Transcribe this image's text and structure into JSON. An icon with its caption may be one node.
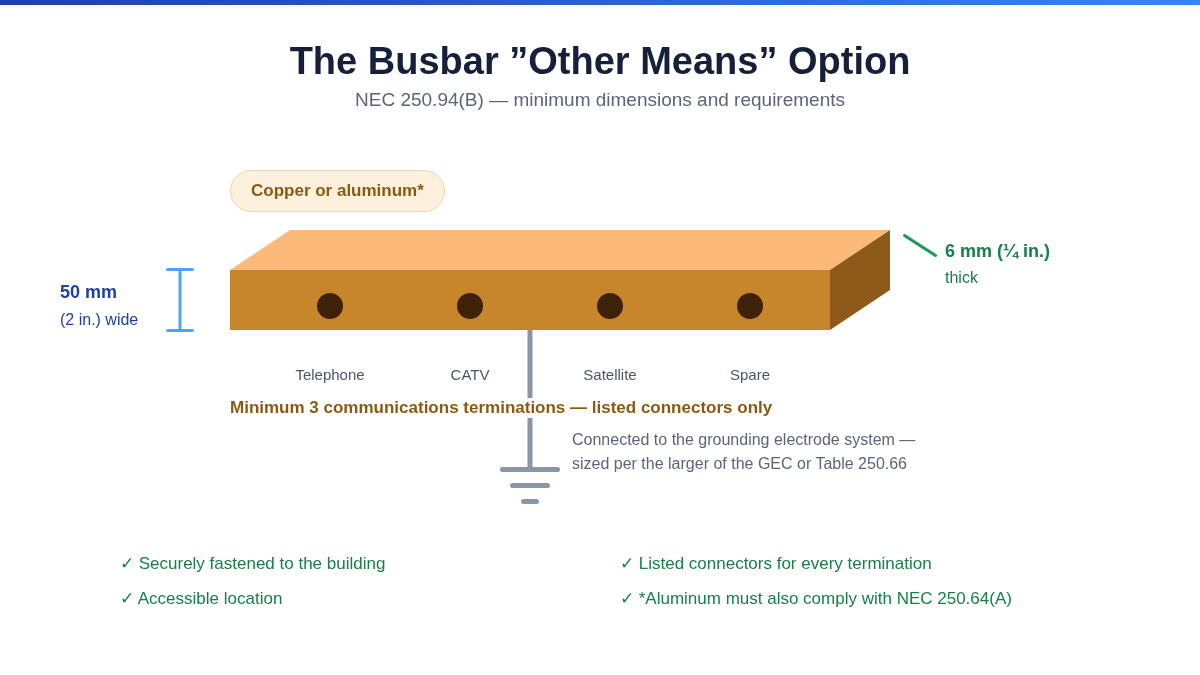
{
  "diagram": {
    "title": "The Busbar ”Other Means” Option",
    "nodes": [
      {
        "text": [
          "Copper or aluminum*"
        ]
      },
      {
        "text": [],
        "shape": "bar"
      },
      {
        "text": [],
        "shape": "picture"
      }
    ],
    "edges": [
      {
        "from": 1,
        "to": 2,
        "arrow": "none"
      }
    ],
    "labels": [
      "NEC 250.94(B) — minimum dimensions and requirements",
      "50 mm",
      "(2 in.) wide",
      "6 mm (¼ in.)",
      "thick",
      "Telephone",
      "CATV",
      "Satellite",
      "Spare",
      "Minimum 3 communications terminations — listed connectors only",
      "Connected to the grounding electrode system — sized per the larger of the GEC or Table 250.66",
      "✓ Securely fastened to the building",
      "✓ Listed connectors for every termination",
      "✓ Accessible location",
      "✓ *Aluminum must also comply with NEC 250.64(A)"
    ]
  }
}
